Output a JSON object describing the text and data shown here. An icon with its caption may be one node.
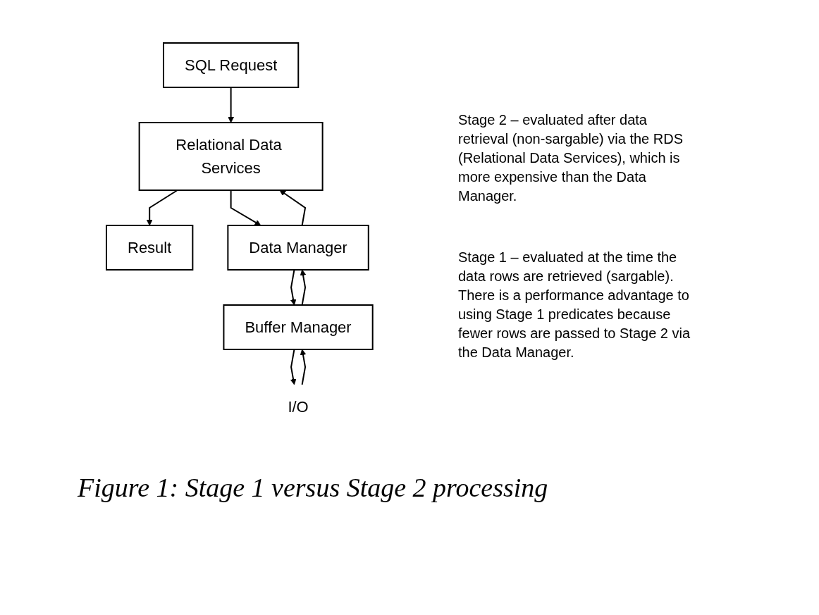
{
  "diagram": {
    "caption": "Figure 1: Stage 1 versus Stage 2 processing",
    "nodes": [
      {
        "text": [
          "SQL Request"
        ]
      },
      {
        "text": [
          "Result"
        ]
      },
      {
        "text": [
          "Relational Data Services"
        ]
      },
      {
        "text": [
          "Data Manager"
        ]
      },
      {
        "text": [
          "Buffer Manager"
        ]
      },
      {
        "text": [
          "I/O"
        ]
      }
    ],
    "edges": [
      {
        "from": 0,
        "to": 2,
        "arrow": "to"
      },
      {
        "from": 2,
        "to": 1,
        "arrow": "to"
      },
      {
        "from": 2,
        "to": 3,
        "arrow": "to"
      },
      {
        "from": 3,
        "to": 2,
        "arrow": "to"
      },
      {
        "from": 3,
        "to": 4,
        "arrow": "to"
      },
      {
        "from": 4,
        "to": 3,
        "arrow": "to"
      },
      {
        "from": 4,
        "to": 5,
        "arrow": "to"
      },
      {
        "from": 5,
        "to": 4,
        "arrow": "to"
      }
    ],
    "labels": [
      "Stage 2 – evaluated after data retrieval (non-sargable) via the RDS (Relational Data Services), which is more expensive than the Data Manager.",
      "Stage 1 – evaluated at the time the data rows are retrieved (sargable). There is a performance advantage to using Stage 1 predicates because fewer rows are passed to Stage 2 via the Data Manager."
    ]
  }
}
